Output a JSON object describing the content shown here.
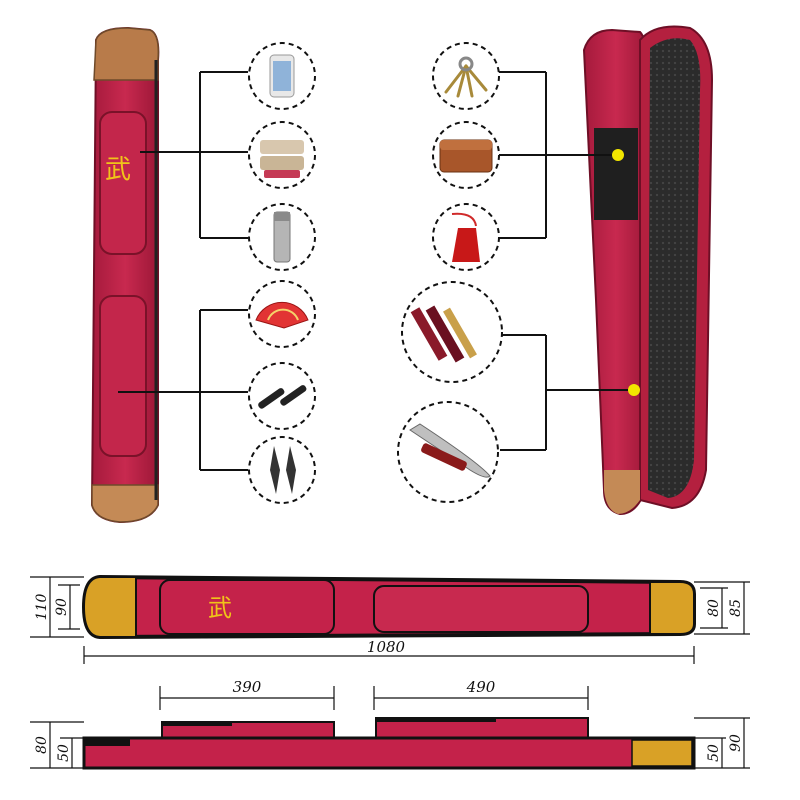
{
  "product": {
    "emblem_char": "武",
    "colors": {
      "bag_red": "#c4224a",
      "bag_red_dark": "#8e1530",
      "leather_tan": "#c98a4e",
      "end_cap_gold": "#d9a126",
      "lining_dark": "#2a2a2a",
      "marker_yellow": "#f2e600",
      "emblem_gold": "#f0c419"
    }
  },
  "left_items": [
    {
      "name": "phone",
      "icon": "phone-icon"
    },
    {
      "name": "towel",
      "icon": "towel-icon"
    },
    {
      "name": "thermos",
      "icon": "thermos-icon"
    },
    {
      "name": "fan",
      "icon": "fan-icon"
    },
    {
      "name": "nunchaku",
      "icon": "nunchaku-icon"
    },
    {
      "name": "spear-heads",
      "icon": "spear-icon"
    }
  ],
  "right_items": [
    {
      "name": "keys",
      "icon": "keys-icon"
    },
    {
      "name": "wallet",
      "icon": "wallet-icon"
    },
    {
      "name": "tassel",
      "icon": "tassel-icon"
    },
    {
      "name": "swords",
      "icon": "swords-icon"
    },
    {
      "name": "broadsword",
      "icon": "broadsword-icon"
    }
  ],
  "dimensions": {
    "top_view": {
      "left_outer": "110",
      "left_inner": "90",
      "right_inner": "80",
      "right_outer": "85",
      "length": "1080"
    },
    "side_view": {
      "pocket1_length": "390",
      "pocket2_length": "490",
      "left_outer": "80",
      "left_inner": "50",
      "right_inner": "50",
      "right_outer": "90"
    }
  }
}
